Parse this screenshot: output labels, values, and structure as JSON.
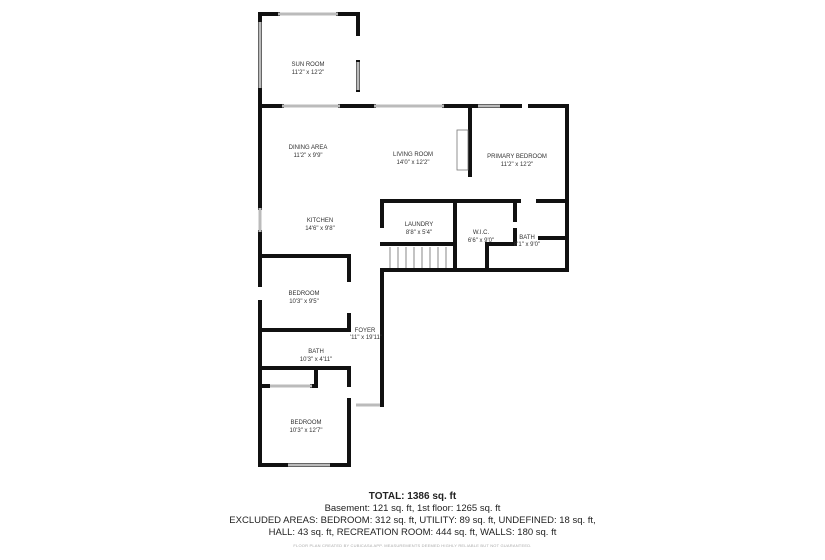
{
  "rooms": {
    "sun_room": {
      "name": "SUN ROOM",
      "dims": "11'2\" x 12'2\""
    },
    "dining_area": {
      "name": "DINING AREA",
      "dims": "11'2\" x 9'9\""
    },
    "living_room": {
      "name": "LIVING ROOM",
      "dims": "14'0\" x 12'2\""
    },
    "primary_bedroom": {
      "name": "PRIMARY BEDROOM",
      "dims": "11'2\" x 12'2\""
    },
    "kitchen": {
      "name": "KITCHEN",
      "dims": "14'6\" x 9'8\""
    },
    "laundry": {
      "name": "LAUNDRY",
      "dims": "8'8\" x 5'4\""
    },
    "wic": {
      "name": "W.I.C.",
      "dims": "6'6\" x 9'0\""
    },
    "bath_primary": {
      "name": "BATH",
      "dims": "8'1\" x 9'0\""
    },
    "bedroom_1": {
      "name": "BEDROOM",
      "dims": "10'3\" x 9'5\""
    },
    "foyer": {
      "name": "FOYER",
      "dims": "'11\" x 19'11\""
    },
    "bath_2": {
      "name": "BATH",
      "dims": "10'3\" x 4'11\""
    },
    "bedroom_2": {
      "name": "BEDROOM",
      "dims": "10'3\" x 12'7\""
    }
  },
  "summary": {
    "total": "TOTAL: 1386 sq. ft",
    "line1": "Basement: 121 sq. ft, 1st floor: 1265 sq. ft",
    "line2": "EXCLUDED AREAS: BEDROOM: 312 sq. ft, UTILITY: 89 sq. ft, UNDEFINED: 18 sq. ft,",
    "line3": "HALL: 43 sq. ft, RECREATION ROOM: 444 sq. ft, WALLS: 180 sq. ft",
    "disclaimer": "FLOOR PLAN CREATED BY CUBICASA APP. MEASUREMENTS DEEMED HIGHLY RELIABLE BUT NOT GUARANTEED."
  }
}
